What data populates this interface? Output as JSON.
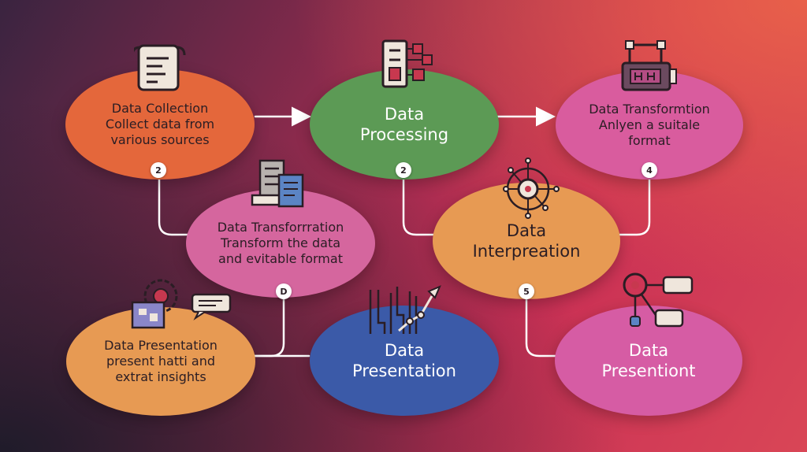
{
  "nodes": {
    "collection": {
      "title": "Data Collection",
      "desc": "Collect data from various sources",
      "color": "#e4673b"
    },
    "processing": {
      "title": "Data Processing",
      "color": "#5c9a55"
    },
    "transformation_top": {
      "title": "Data Transformtion",
      "desc": "Anlyen a suitale format",
      "color": "#d95c9e"
    },
    "transformation_mid": {
      "title": "Data Transforrration",
      "desc": "Transform the data and evitable format",
      "color": "#d5669e"
    },
    "interpretation": {
      "title": "Data Interpreation",
      "color": "#e79a53"
    },
    "presentation_left": {
      "title": "Data Presentation",
      "desc": "present hatti and extrat insights",
      "color": "#e79a53"
    },
    "presentation_center": {
      "title": "Data Presentation",
      "color": "#3b5aa8"
    },
    "presentation_right": {
      "title": "Data Presentiont",
      "color": "#d65ca4"
    }
  },
  "badges": {
    "collection": "2",
    "processing": "2",
    "transformation_top": "4",
    "transformation_mid": "D",
    "interpretation": "5"
  },
  "icons": {
    "collection": "document-icon",
    "processing": "server-rack-icon",
    "transformation_top": "gear-machine-icon",
    "transformation_mid": "file-stack-icon",
    "interpretation": "network-node-icon",
    "presentation_left": "puzzle-gear-chat-icon",
    "presentation_center": "bar-chart-icon",
    "presentation_right": "network-chat-icon"
  },
  "colors": {
    "connector": "#ffffff"
  }
}
